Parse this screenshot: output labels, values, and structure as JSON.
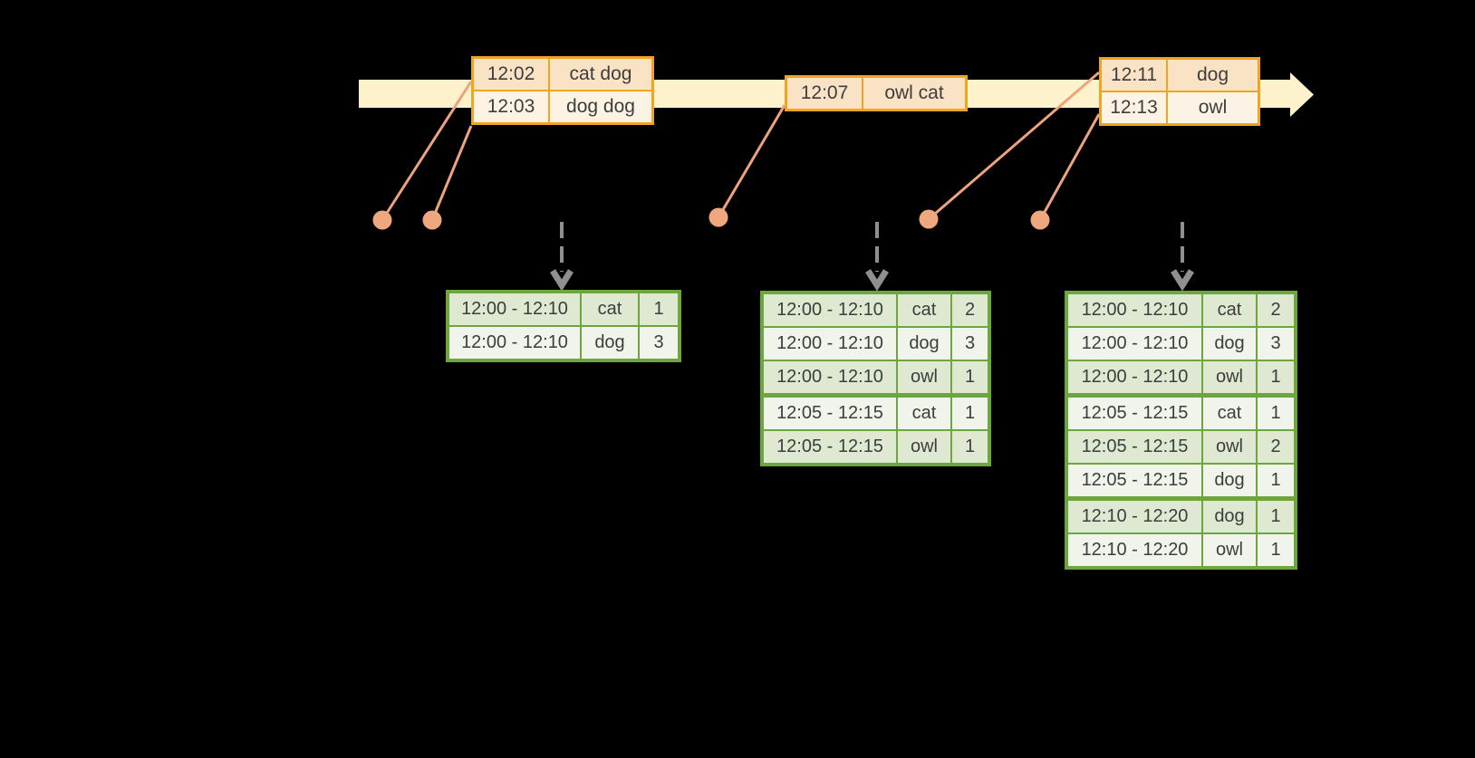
{
  "colors": {
    "background": "#000000",
    "timeline_fill": "#fdf2cb",
    "event_table_border": "#efa520",
    "event_row_dark": "#fae2c4",
    "event_row_light": "#fdf3e4",
    "result_table_border": "#6ea63e",
    "result_row_dark": "#dfe8d1",
    "result_row_light": "#f0f4ea",
    "connector_line": "#eda47c",
    "trigger_arrow": "#8f8f8f",
    "text": "#3d3d3d"
  },
  "icons": {
    "timeline_arrow": "right-pointing-band-arrow",
    "event_dot": "filled-circle-marker",
    "trigger_arrow": "dashed-down-arrow"
  },
  "event_tables": [
    {
      "rows": [
        {
          "time": "12:02",
          "words": "cat dog"
        },
        {
          "time": "12:03",
          "words": "dog dog"
        }
      ]
    },
    {
      "rows": [
        {
          "time": "12:07",
          "words": "owl cat"
        }
      ]
    },
    {
      "rows": [
        {
          "time": "12:11",
          "words": "dog"
        },
        {
          "time": "12:13",
          "words": "owl"
        }
      ]
    }
  ],
  "result_tables": [
    {
      "rows": [
        {
          "window": "12:00 - 12:10",
          "word": "cat",
          "count": "1"
        },
        {
          "window": "12:00 - 12:10",
          "word": "dog",
          "count": "3"
        }
      ]
    },
    {
      "rows": [
        {
          "window": "12:00 - 12:10",
          "word": "cat",
          "count": "2"
        },
        {
          "window": "12:00 - 12:10",
          "word": "dog",
          "count": "3"
        },
        {
          "window": "12:00 - 12:10",
          "word": "owl",
          "count": "1"
        },
        {
          "window": "12:05 - 12:15",
          "word": "cat",
          "count": "1"
        },
        {
          "window": "12:05 - 12:15",
          "word": "owl",
          "count": "1"
        }
      ]
    },
    {
      "rows": [
        {
          "window": "12:00 - 12:10",
          "word": "cat",
          "count": "2"
        },
        {
          "window": "12:00 - 12:10",
          "word": "dog",
          "count": "3"
        },
        {
          "window": "12:00 - 12:10",
          "word": "owl",
          "count": "1"
        },
        {
          "window": "12:05 - 12:15",
          "word": "cat",
          "count": "1"
        },
        {
          "window": "12:05 - 12:15",
          "word": "owl",
          "count": "2"
        },
        {
          "window": "12:05 - 12:15",
          "word": "dog",
          "count": "1"
        },
        {
          "window": "12:10 - 12:20",
          "word": "dog",
          "count": "1"
        },
        {
          "window": "12:10 - 12:20",
          "word": "owl",
          "count": "1"
        }
      ]
    }
  ]
}
